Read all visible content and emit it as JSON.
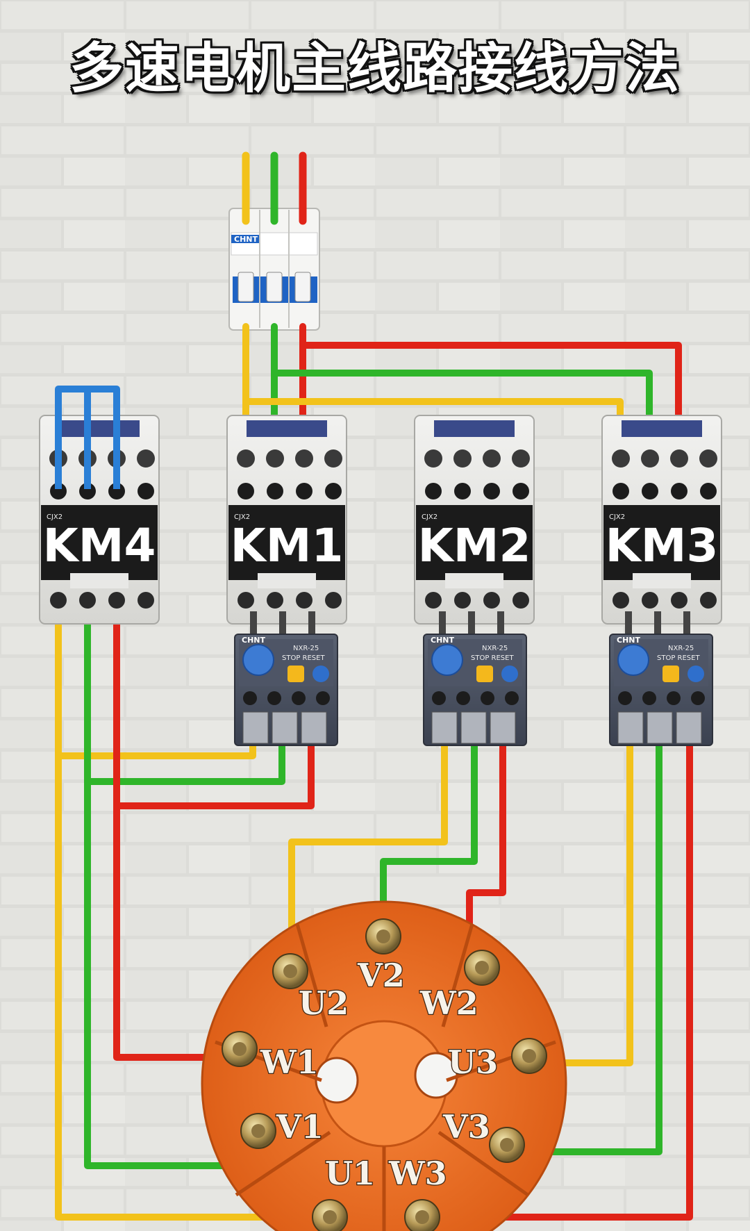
{
  "title": "多速电机主线路接线方法",
  "breaker": {
    "brand": "CHNT"
  },
  "contactors": [
    {
      "label": "KM4",
      "model": "CJX2"
    },
    {
      "label": "KM1",
      "model": "CJX2"
    },
    {
      "label": "KM2",
      "model": "CJX2"
    },
    {
      "label": "KM3",
      "model": "CJX2"
    }
  ],
  "relays": [
    {
      "brand": "CHNT",
      "model": "NXR-25",
      "buttons": "STOP  RESET"
    },
    {
      "brand": "CHNT",
      "model": "NXR-25",
      "buttons": "STOP  RESET"
    },
    {
      "brand": "CHNT",
      "model": "NXR-25",
      "buttons": "STOP  RESET"
    }
  ],
  "motor_terminals": {
    "u2": "U2",
    "v2": "V2",
    "w2": "W2",
    "w1": "W1",
    "u3": "U3",
    "v1": "V1",
    "v3": "V3",
    "u1": "U1",
    "w3": "W3"
  },
  "colors": {
    "phase_yellow": "#f2c21b",
    "phase_green": "#2fb52a",
    "phase_red": "#e02418",
    "bridge_blue": "#2a7fd6",
    "terminal_block": "#f07a2a",
    "wall": "#dcdcd8"
  }
}
